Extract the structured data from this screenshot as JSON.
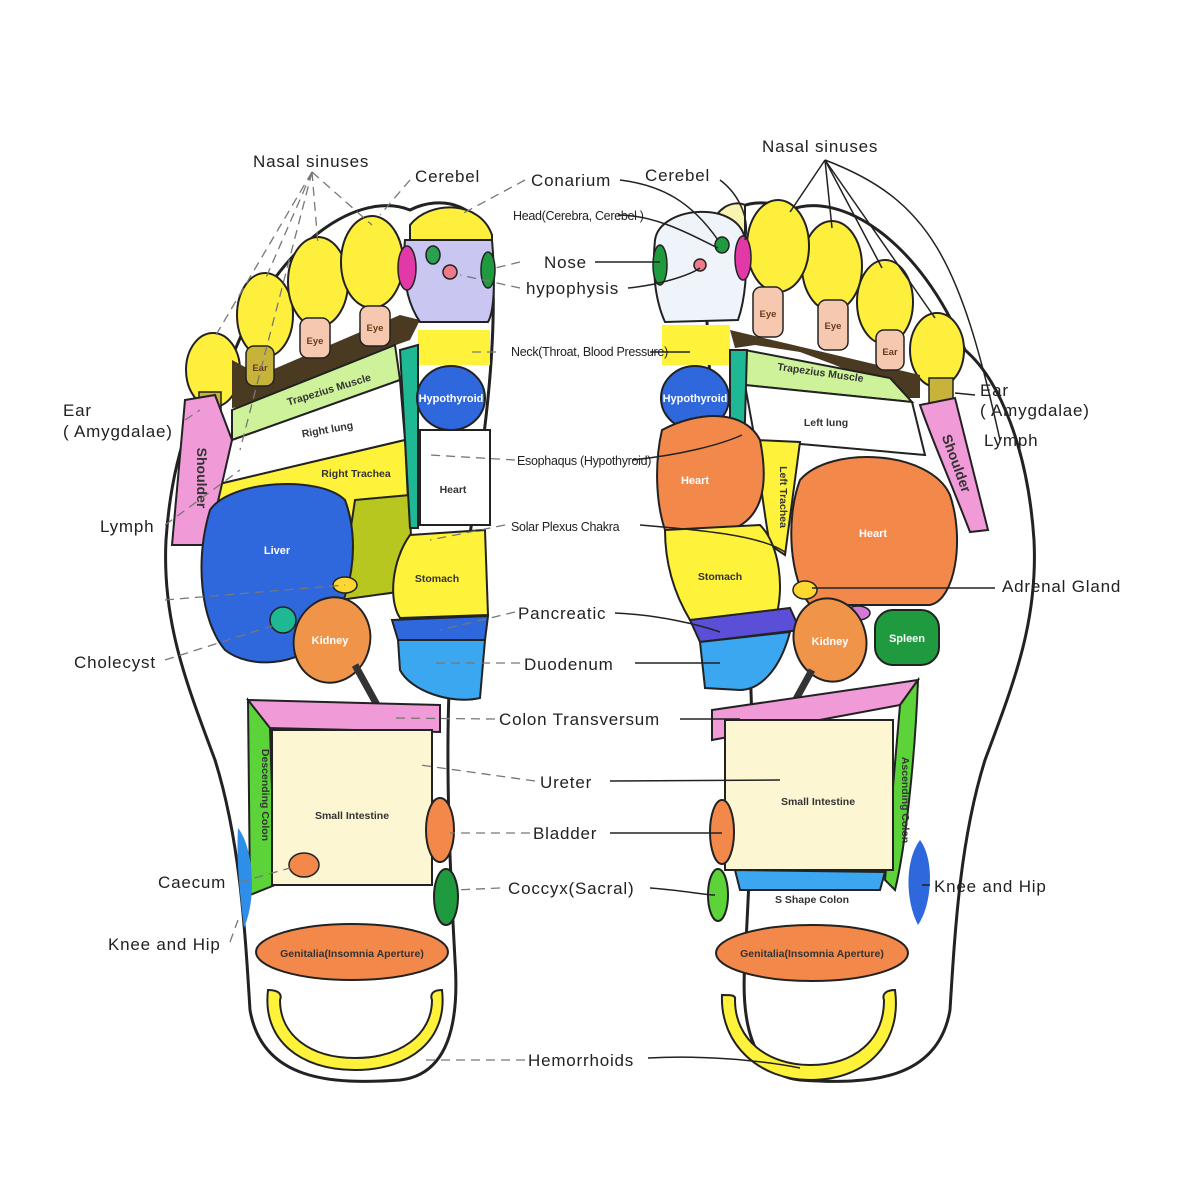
{
  "colors": {
    "toe": "#ffef3d",
    "head": "#c9c6f2",
    "pink": "#f09ad8",
    "magenta": "#e238a8",
    "green_light": "#cdf29a",
    "yellow": "#fff23a",
    "blue": "#2f67dd",
    "orange": "#f2894a",
    "olive": "#b7c71f",
    "teal": "#1fb895",
    "cyan": "#3aa7f0",
    "cream": "#fcf6d2",
    "dark_green": "#1f9a3e",
    "lime": "#5bd339",
    "eye": "#f6c8b0"
  },
  "center_labels": {
    "conarium": "Conarium",
    "head": "Head(Cerebra, Cerebel )",
    "nose": "Nose",
    "hypophysis": "hypophysis",
    "neck": "Neck(Throat, Blood Pressure)",
    "esophagus": "Esophaqus (Hypothyroid)",
    "solar_plexus": "Solar Plexus Chakra",
    "pancreatic": "Pancreatic",
    "duodenum": "Duodenum",
    "colon_transversum": "Colon Transversum",
    "ureter": "Ureter",
    "bladder": "Bladder",
    "coccyx": "Coccyx(Sacral)",
    "hemorrhoids": "Hemorrhoids"
  },
  "left_labels": {
    "nasal": "Nasal sinuses",
    "cerebel": "Cerebel",
    "ear": "Ear",
    "amygdalae": "( Amygdalae)",
    "lymph": "Lymph",
    "cholecyst": "Cholecyst",
    "caecum": "Caecum",
    "knee_hip": "Knee and Hip"
  },
  "right_labels": {
    "nasal": "Nasal sinuses",
    "cerebel": "Cerebel",
    "ear": "Ear",
    "amygdalae": "( Amygdalae)",
    "lymph": "Lymph",
    "adrenal": "Adrenal Gland",
    "knee_hip": "Knee and Hip"
  },
  "left_foot": {
    "eye1": "Eye",
    "eye2": "Eye",
    "ear": "Ear",
    "trapezius": "Trapezius Muscle",
    "right_lung": "Right lung",
    "right_trachea": "Right Trachea",
    "liver": "Liver",
    "kidney": "Kidney",
    "shoulder": "Shoulder",
    "hypothyroid": "Hypothyroid",
    "heart": "Heart",
    "stomach": "Stomach",
    "descending_colon": "Descending Colon",
    "small_intestine": "Small Intestine",
    "genitalia": "Genitalia(Insomnia Aperture)"
  },
  "right_foot": {
    "eye1": "Eye",
    "eye2": "Eye",
    "ear": "Ear",
    "trapezius": "Trapezius Muscle",
    "left_lung": "Left lung",
    "left_trachea": "Left Trachea",
    "heart_big": "Heart",
    "heart": "Heart",
    "hypothyroid": "Hypothyroid",
    "stomach": "Stomach",
    "kidney": "Kidney",
    "spleen": "Spleen",
    "shoulder": "Shoulder",
    "ascending_colon": "Ascending Colon",
    "small_intestine": "Small Intestine",
    "s_shape_colon": "S Shape Colon",
    "genitalia": "Genitalia(Insomnia Aperture)"
  }
}
